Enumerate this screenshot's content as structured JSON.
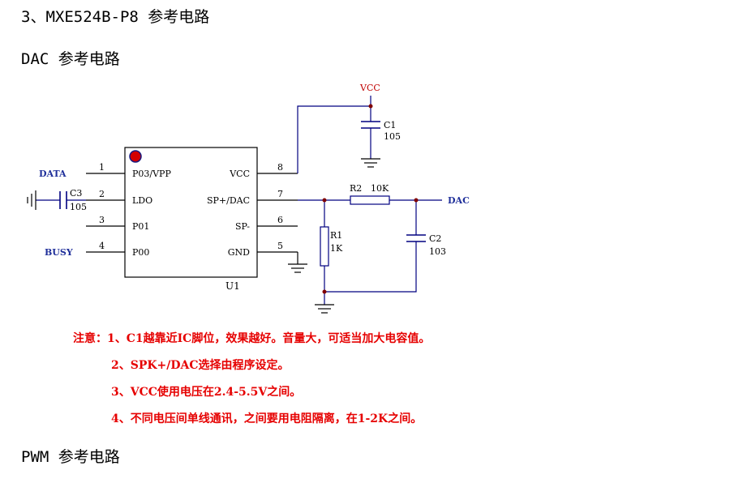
{
  "headings": {
    "section": "3、MXE524B-P8 参考电路",
    "dac": "DAC 参考电路",
    "pwm": "PWM 参考电路"
  },
  "chip": {
    "name": "U1",
    "left_pins": [
      {
        "num": "1",
        "name": "P03/VPP",
        "net": "DATA"
      },
      {
        "num": "2",
        "name": "LDO",
        "net": ""
      },
      {
        "num": "3",
        "name": "P01",
        "net": ""
      },
      {
        "num": "4",
        "name": "P00",
        "net": "BUSY"
      }
    ],
    "right_pins": [
      {
        "num": "8",
        "name": "VCC"
      },
      {
        "num": "7",
        "name": "SP+/DAC"
      },
      {
        "num": "6",
        "name": "SP-"
      },
      {
        "num": "5",
        "name": "GND"
      }
    ]
  },
  "components": {
    "vcc": "VCC",
    "c1": {
      "ref": "C1",
      "value": "105"
    },
    "c2": {
      "ref": "C2",
      "value": "103"
    },
    "c3": {
      "ref": "C3",
      "value": "105"
    },
    "r1": {
      "ref": "R1",
      "value": "1K"
    },
    "r2": {
      "ref": "R2",
      "value": "10K"
    },
    "dac_out": "DAC"
  },
  "notes": [
    "注意：1、C1越靠近IC脚位，效果越好。音量大，可适当加大电容值。",
    "2、SPK+/DAC选择由程序设定。",
    "3、VCC使用电压在2.4-5.5V之间。",
    "4、不同电压间单线通讯，之间要用电阻隔离，在1-2K之间。"
  ],
  "colors": {
    "wire": "#000080",
    "junction": "#800000",
    "chip_dot": "#d40000",
    "net_label": "#1f2f9a",
    "note": "#e60000",
    "vcc_label": "#c00000"
  }
}
